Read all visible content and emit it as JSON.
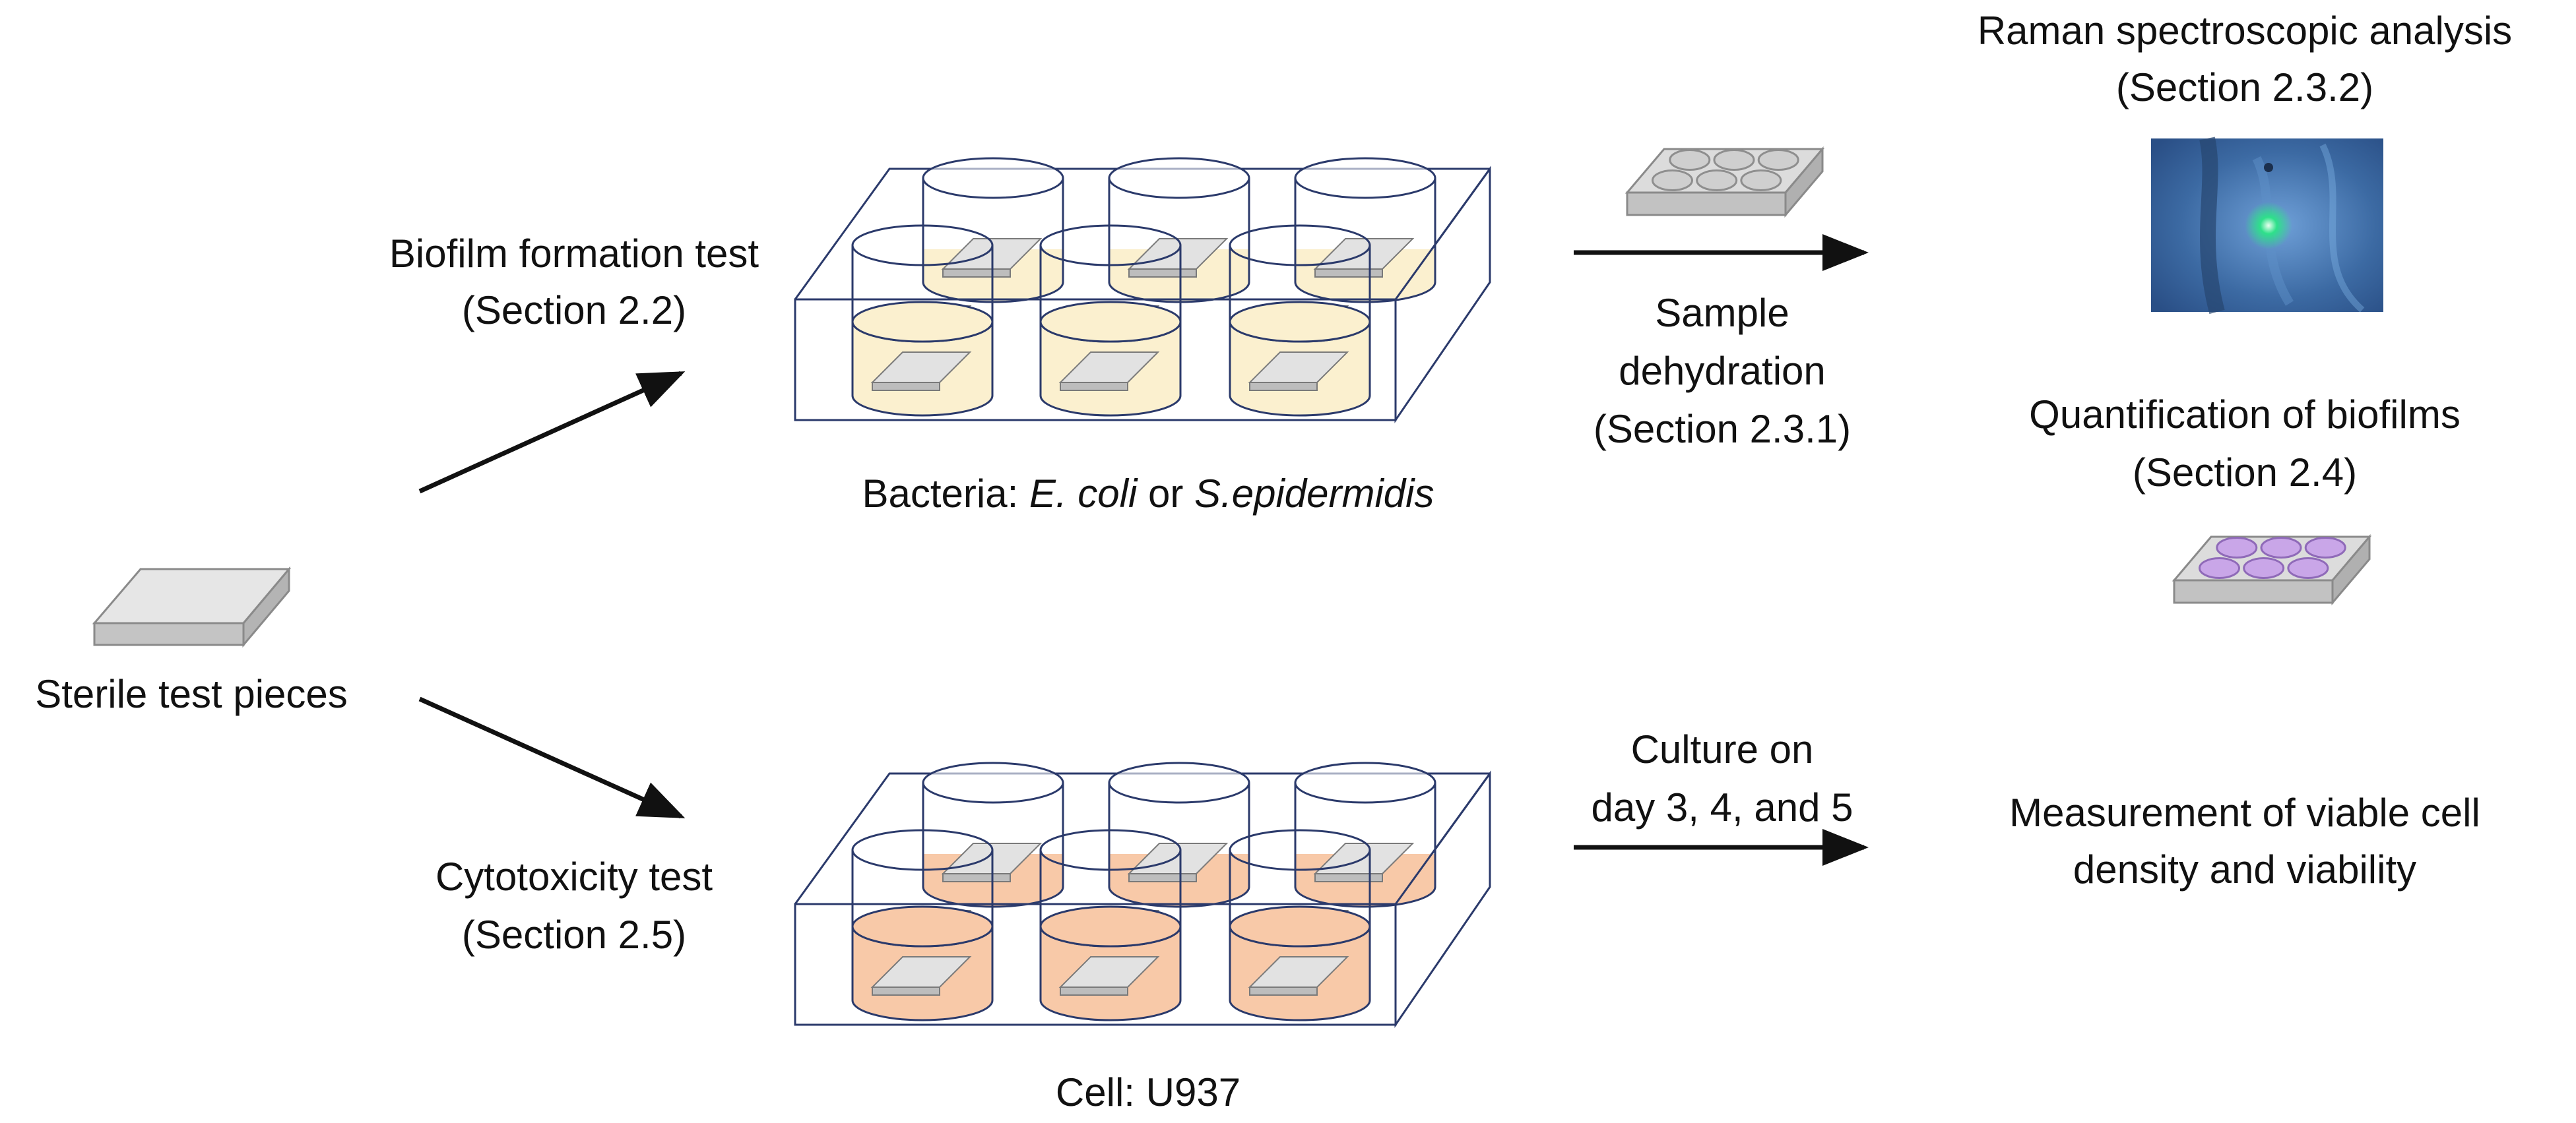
{
  "labels": {
    "sterile": "Sterile test pieces",
    "biofilm_title": "Biofilm formation test",
    "biofilm_section": "(Section 2.2)",
    "bacteria_prefix": "Bacteria: ",
    "bacteria_ecoli": "E. coli",
    "bacteria_or": " or ",
    "bacteria_sepi": "S.epidermidis",
    "cyto_title": "Cytotoxicity test",
    "cyto_section": "(Section 2.5)",
    "cell": "Cell: U937",
    "dehydration_1": "Sample",
    "dehydration_2": "dehydration",
    "dehydration_3": "(Section 2.3.1)",
    "culture_1": "Culture on",
    "culture_2": "day 3, 4, and 5",
    "raman_1": "Raman spectroscopic analysis",
    "raman_2": "(Section 2.3.2)",
    "quant_1": "Quantification of biofilms",
    "quant_2": "(Section 2.4)",
    "viable_1": "Measurement of viable cell",
    "viable_2": "density and viability"
  },
  "colors": {
    "outline": "#2b3a6b",
    "biofilm_medium": "#fbf0cf",
    "cyto_medium": "#f8c9a8",
    "sample_grey": "#d6d6d6",
    "stain_purple": "#c9a6e8",
    "raman_blue": "#3c6aa3",
    "raman_spot": "#2ee08a"
  }
}
